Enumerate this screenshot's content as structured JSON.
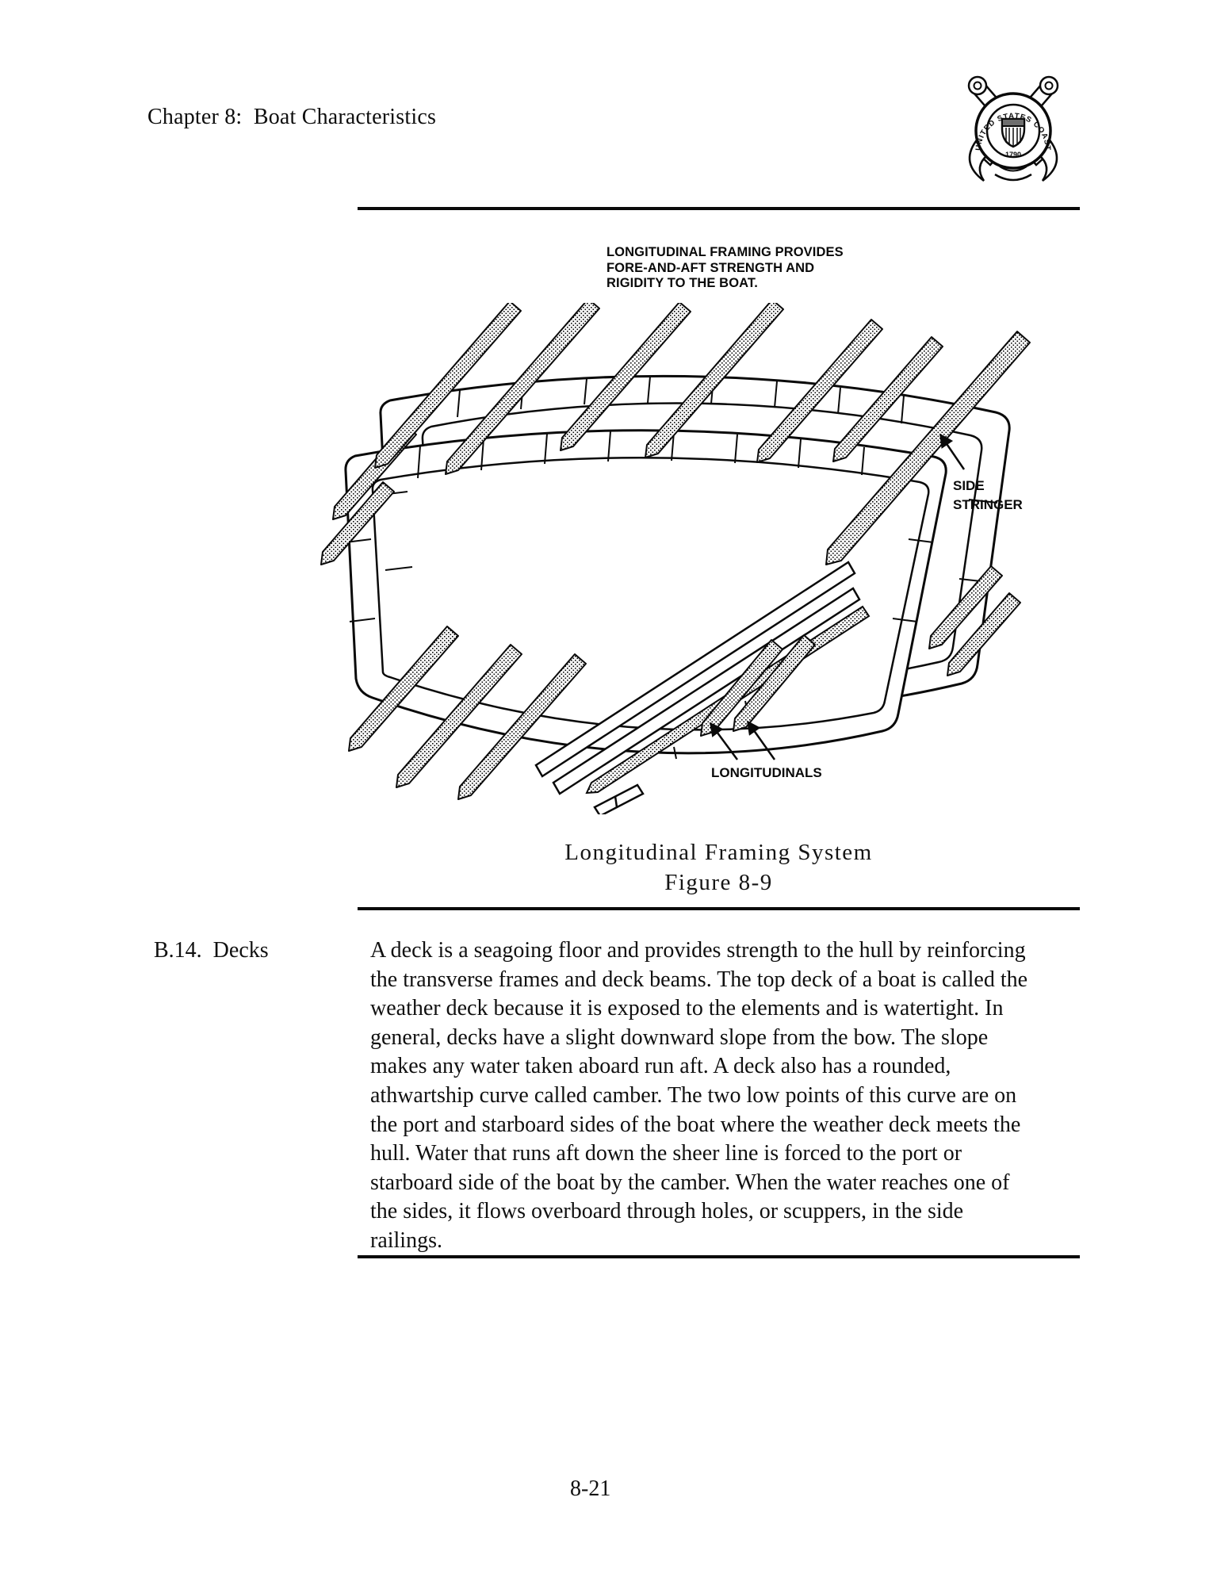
{
  "page": {
    "header": "Chapter 8:  Boat Characteristics",
    "page_number": "8-21"
  },
  "seal": {
    "ring_text": "UNITED STATES COAST GUARD",
    "year": "1790"
  },
  "figure": {
    "annotation_lines": [
      "LONGITUDINAL FRAMING PROVIDES",
      "FORE-AND-AFT STRENGTH AND",
      "RIGIDITY TO THE BOAT."
    ],
    "side_stringer_label_line1": "SIDE",
    "side_stringer_label_line2": "STRINGER",
    "longitudinals_label": "LONGITUDINALS",
    "caption_title": "Longitudinal Framing System",
    "caption_number": "Figure 8-9"
  },
  "section": {
    "label": "B.14.  Decks",
    "body_lines": [
      "A deck is a seagoing floor and provides strength to the hull by reinforcing",
      "the transverse frames and deck beams. The top deck of a boat is called the",
      "weather deck because it is exposed to the elements and is watertight. In",
      "general, decks have a slight downward slope from the bow. The slope",
      "makes any water taken aboard run aft. A deck also has a rounded,",
      "athwartship curve called camber. The two low points of this curve are on",
      "the port and starboard sides of the boat where the weather deck meets the",
      "hull. Water that runs aft down the sheer line is forced to the port or",
      "starboard side of the boat by the camber. When the water reaches one of",
      "the sides, it flows overboard through holes, or scuppers, in the side",
      "railings."
    ]
  },
  "colors": {
    "ink": "#0a0a0a",
    "paper": "#ffffff"
  }
}
